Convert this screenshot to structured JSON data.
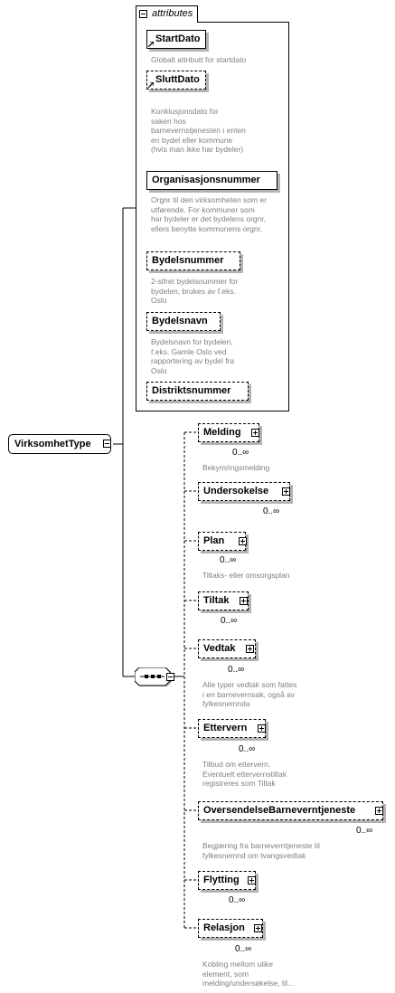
{
  "root": {
    "label": "VirksomhetType"
  },
  "attributes": {
    "header": "attributes",
    "items": [
      {
        "name": "StartDato",
        "doc": "Globalt attributt for startdato"
      },
      {
        "name": "SluttDato",
        "doc": "Konklusjonsdato for\nsaken hos\nbarnevernstjenesten i enten\nen bydel eller kommune\n(hvis man ikke har bydeler)"
      },
      {
        "name": "Organisasjonsnummer",
        "doc": "Orgnr til den virksomheten som er\nutførende. For kommuner som\nhar bydeler er det bydelens orgnr,\nellers benytte kommunens orgnr."
      },
      {
        "name": "Bydelsnummer",
        "doc": "2-sifret bydelsnummer for\nbydelen, brukes av f.eks.\nOslo"
      },
      {
        "name": "Bydelsnavn",
        "doc": "Bydelsnavn for bydelen,\nf.eks. Gamle Oslo ved\nrapportering av bydel fra\nOslo"
      },
      {
        "name": "Distriktsnummer",
        "doc": ""
      }
    ]
  },
  "elements": [
    {
      "name": "Melding",
      "occ": "0..∞",
      "doc": "Bekymringsmelding"
    },
    {
      "name": "Undersokelse",
      "occ": "0..∞",
      "doc": ""
    },
    {
      "name": "Plan",
      "occ": "0..∞",
      "doc": "Tiltaks- eller omsorgsplan"
    },
    {
      "name": "Tiltak",
      "occ": "0..∞",
      "doc": ""
    },
    {
      "name": "Vedtak",
      "occ": "0..∞",
      "doc": "Alle typer vedtak som fattes\ni en barnevernsak, også av\nfylkesnemnda"
    },
    {
      "name": "Ettervern",
      "occ": "0..∞",
      "doc": "Tilbud om ettervern.\nEventuelt etterverns­tiltak\nregistreres som Tiltak"
    },
    {
      "name": "OversendelseBarneverntjeneste",
      "occ": "0..∞",
      "doc": "Begjæring fra barneverntjeneste til\nfylkesnemnd om tvangsvedtak"
    },
    {
      "name": "Flytting",
      "occ": "0..∞",
      "doc": ""
    },
    {
      "name": "Relasjon",
      "occ": "0..∞",
      "doc": "Kobling mellom ulike\nelement, som\nmelding/undersøkelse, til..."
    }
  ],
  "colors": {
    "shadow": "#b3b3b3",
    "doc_text": "#808080",
    "line": "#000000"
  }
}
